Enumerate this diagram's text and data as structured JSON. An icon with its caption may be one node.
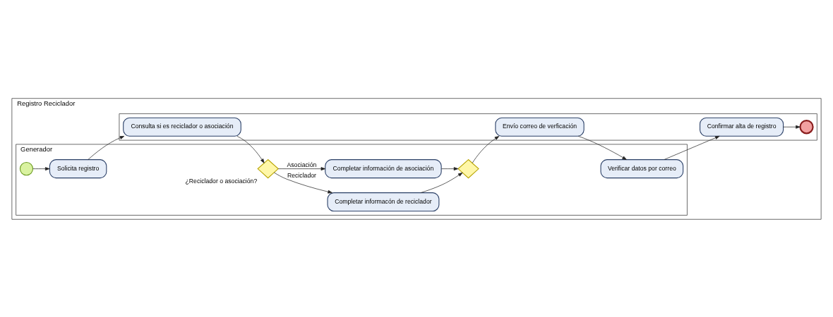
{
  "diagram": {
    "nodes": [
      {
        "text": [
          "Registro Reciclador"
        ]
      },
      {
        "text": [
          "Generador"
        ],
        "in": 0
      },
      {
        "text": [],
        "shape": "box",
        "in": 0
      },
      {
        "text": [],
        "shape": "circle",
        "in": 1
      },
      {
        "text": [
          "Solicita registro"
        ],
        "in": 1
      },
      {
        "text": [],
        "shape": "diamond",
        "in": 1,
        "beside": [
          "¿Reciclador o asociación?"
        ]
      },
      {
        "text": [
          "Completar informacón de reciclador"
        ],
        "in": 1
      },
      {
        "text": [
          "Completar información de asociación"
        ],
        "in": 1
      },
      {
        "text": [],
        "shape": "diamond",
        "in": 1
      },
      {
        "text": [
          "Verificar datos por correo"
        ],
        "in": 1
      },
      {
        "text": [
          "Consulta si es reciclador o asociación"
        ],
        "in": 2
      },
      {
        "text": [
          "Envío correo de verficación"
        ],
        "in": 2
      },
      {
        "text": [
          "Confirmar alta de registro"
        ],
        "in": 2
      },
      {
        "text": [],
        "shape": "circle",
        "in": 2
      }
    ],
    "edges": [
      {
        "from": 3,
        "to": 4,
        "arrow": "to"
      },
      {
        "from": 4,
        "to": 10,
        "arrow": "to"
      },
      {
        "from": 10,
        "to": 5,
        "arrow": "to"
      },
      {
        "from": 5,
        "to": 6,
        "arrow": "to",
        "label": "Reciclador"
      },
      {
        "from": 5,
        "to": 7,
        "arrow": "to",
        "label": "Asociación"
      },
      {
        "from": 6,
        "to": 8,
        "arrow": "to"
      },
      {
        "from": 7,
        "to": 8,
        "arrow": "to"
      },
      {
        "from": 8,
        "to": 11,
        "arrow": "to"
      },
      {
        "from": 11,
        "to": 9,
        "arrow": "to"
      },
      {
        "from": 9,
        "to": 12,
        "arrow": "to"
      },
      {
        "from": 12,
        "to": 13,
        "arrow": "to"
      }
    ]
  }
}
